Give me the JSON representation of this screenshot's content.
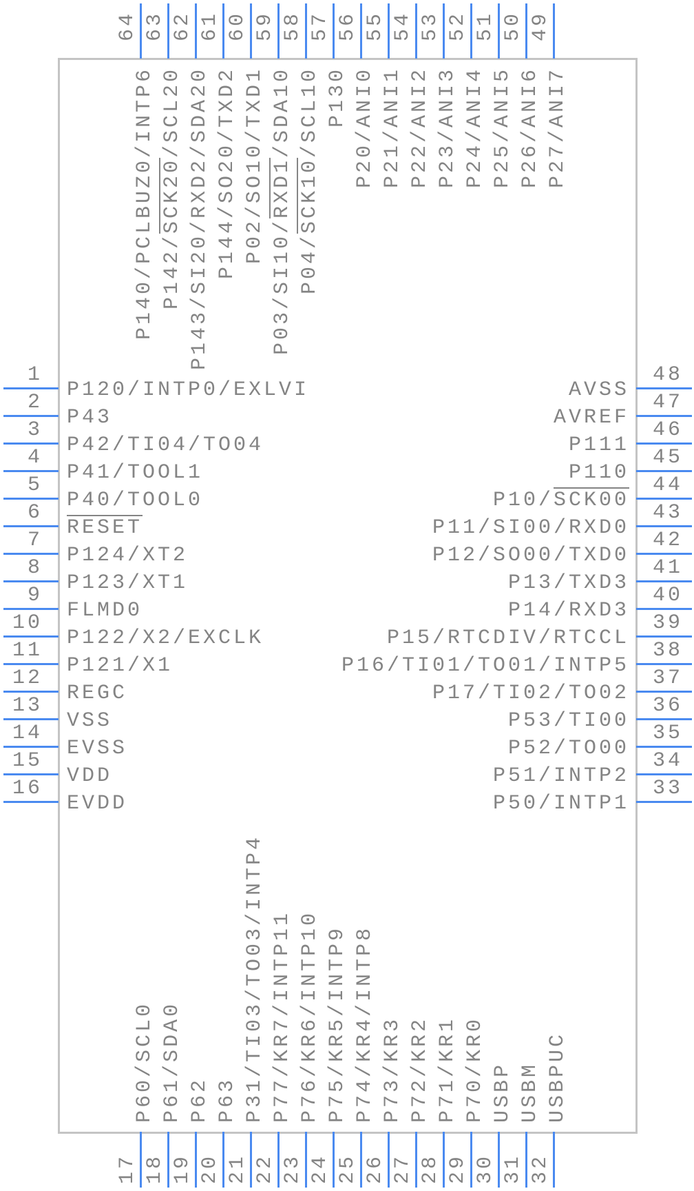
{
  "colors": {
    "pin": "#4a8af0",
    "outline": "#c4c4c4",
    "text": "#848484"
  },
  "pins": {
    "left": [
      {
        "num": "1",
        "label": [
          {
            "t": "P120/INTP0/EXLVI"
          }
        ]
      },
      {
        "num": "2",
        "label": [
          {
            "t": "P43"
          }
        ]
      },
      {
        "num": "3",
        "label": [
          {
            "t": "P42/TI04/TO04"
          }
        ]
      },
      {
        "num": "4",
        "label": [
          {
            "t": "P41/TOOL1"
          }
        ]
      },
      {
        "num": "5",
        "label": [
          {
            "t": "P40/TOOL0"
          }
        ]
      },
      {
        "num": "6",
        "label": [
          {
            "t": "RESET",
            "over": true
          }
        ]
      },
      {
        "num": "7",
        "label": [
          {
            "t": "P124/XT2"
          }
        ]
      },
      {
        "num": "8",
        "label": [
          {
            "t": "P123/XT1"
          }
        ]
      },
      {
        "num": "9",
        "label": [
          {
            "t": "FLMD0"
          }
        ]
      },
      {
        "num": "10",
        "label": [
          {
            "t": "P122/X2/EXCLK"
          }
        ]
      },
      {
        "num": "11",
        "label": [
          {
            "t": "P121/X1"
          }
        ]
      },
      {
        "num": "12",
        "label": [
          {
            "t": "REGC"
          }
        ]
      },
      {
        "num": "13",
        "label": [
          {
            "t": "VSS"
          }
        ]
      },
      {
        "num": "14",
        "label": [
          {
            "t": "EVSS"
          }
        ]
      },
      {
        "num": "15",
        "label": [
          {
            "t": "VDD"
          }
        ]
      },
      {
        "num": "16",
        "label": [
          {
            "t": "EVDD"
          }
        ]
      }
    ],
    "bottom": [
      {
        "num": "17",
        "label": [
          {
            "t": "P60/SCL0"
          }
        ]
      },
      {
        "num": "18",
        "label": [
          {
            "t": "P61/SDA0"
          }
        ]
      },
      {
        "num": "19",
        "label": [
          {
            "t": "P62"
          }
        ]
      },
      {
        "num": "20",
        "label": [
          {
            "t": "P63"
          }
        ]
      },
      {
        "num": "21",
        "label": [
          {
            "t": "P31/TI03/TO03/INTP4"
          }
        ]
      },
      {
        "num": "22",
        "label": [
          {
            "t": "P77/KR7/INTP11"
          }
        ]
      },
      {
        "num": "23",
        "label": [
          {
            "t": "P76/KR6/INTP10"
          }
        ]
      },
      {
        "num": "24",
        "label": [
          {
            "t": "P75/KR5/INTP9"
          }
        ]
      },
      {
        "num": "25",
        "label": [
          {
            "t": "P74/KR4/INTP8"
          }
        ]
      },
      {
        "num": "26",
        "label": [
          {
            "t": "P73/KR3"
          }
        ]
      },
      {
        "num": "27",
        "label": [
          {
            "t": "P72/KR2"
          }
        ]
      },
      {
        "num": "28",
        "label": [
          {
            "t": "P71/KR1"
          }
        ]
      },
      {
        "num": "29",
        "label": [
          {
            "t": "P70/KR0"
          }
        ]
      },
      {
        "num": "30",
        "label": [
          {
            "t": "USBP"
          }
        ]
      },
      {
        "num": "31",
        "label": [
          {
            "t": "USBM"
          }
        ]
      },
      {
        "num": "32",
        "label": [
          {
            "t": "USBPUC"
          }
        ]
      }
    ],
    "right": [
      {
        "num": "33",
        "label": [
          {
            "t": "P50/INTP1"
          }
        ]
      },
      {
        "num": "34",
        "label": [
          {
            "t": "P51/INTP2"
          }
        ]
      },
      {
        "num": "35",
        "label": [
          {
            "t": "P52/TO00"
          }
        ]
      },
      {
        "num": "36",
        "label": [
          {
            "t": "P53/TI00"
          }
        ]
      },
      {
        "num": "37",
        "label": [
          {
            "t": "P17/TI02/TO02"
          }
        ]
      },
      {
        "num": "38",
        "label": [
          {
            "t": "P16/TI01/TO01/INTP5"
          }
        ]
      },
      {
        "num": "39",
        "label": [
          {
            "t": "P15/RTCDIV/RTCCL"
          }
        ]
      },
      {
        "num": "40",
        "label": [
          {
            "t": "P14/RXD3"
          }
        ]
      },
      {
        "num": "41",
        "label": [
          {
            "t": "P13/TXD3"
          }
        ]
      },
      {
        "num": "42",
        "label": [
          {
            "t": "P12/SO00/TXD0"
          }
        ]
      },
      {
        "num": "43",
        "label": [
          {
            "t": "P11/SI00/RXD0"
          }
        ]
      },
      {
        "num": "44",
        "label": [
          {
            "t": "P10/"
          },
          {
            "t": "SCK00",
            "over": true
          }
        ]
      },
      {
        "num": "45",
        "label": [
          {
            "t": "P110"
          }
        ]
      },
      {
        "num": "46",
        "label": [
          {
            "t": "P111"
          }
        ]
      },
      {
        "num": "47",
        "label": [
          {
            "t": "AVREF"
          }
        ]
      },
      {
        "num": "48",
        "label": [
          {
            "t": "AVSS"
          }
        ]
      }
    ],
    "top": [
      {
        "num": "64",
        "label": [
          {
            "t": "P140/PCLBUZ0/INTP6"
          }
        ]
      },
      {
        "num": "63",
        "label": [
          {
            "t": "P142/"
          },
          {
            "t": "SCK20",
            "over": true
          },
          {
            "t": "/SCL20"
          }
        ]
      },
      {
        "num": "62",
        "label": [
          {
            "t": "P143/SI20/RXD2/SDA20"
          }
        ]
      },
      {
        "num": "61",
        "label": [
          {
            "t": "P144/SO20/TXD2"
          }
        ]
      },
      {
        "num": "60",
        "label": [
          {
            "t": "P02/SO10/TXD1"
          }
        ]
      },
      {
        "num": "59",
        "label": [
          {
            "t": "P03/SI10/"
          },
          {
            "t": "RXD1",
            "over": true
          },
          {
            "t": "/SDA10"
          }
        ]
      },
      {
        "num": "58",
        "label": [
          {
            "t": "P04/"
          },
          {
            "t": "SCK10",
            "over": true
          },
          {
            "t": "/SCL10"
          }
        ]
      },
      {
        "num": "57",
        "label": [
          {
            "t": "P130"
          }
        ]
      },
      {
        "num": "56",
        "label": [
          {
            "t": "P20/ANI0"
          }
        ]
      },
      {
        "num": "55",
        "label": [
          {
            "t": "P21/ANI1"
          }
        ]
      },
      {
        "num": "54",
        "label": [
          {
            "t": "P22/ANI2"
          }
        ]
      },
      {
        "num": "53",
        "label": [
          {
            "t": "P23/ANI3"
          }
        ]
      },
      {
        "num": "52",
        "label": [
          {
            "t": "P24/ANI4"
          }
        ]
      },
      {
        "num": "51",
        "label": [
          {
            "t": "P25/ANI5"
          }
        ]
      },
      {
        "num": "50",
        "label": [
          {
            "t": "P26/ANI6"
          }
        ]
      },
      {
        "num": "49",
        "label": [
          {
            "t": "P27/ANI7"
          }
        ]
      }
    ]
  }
}
